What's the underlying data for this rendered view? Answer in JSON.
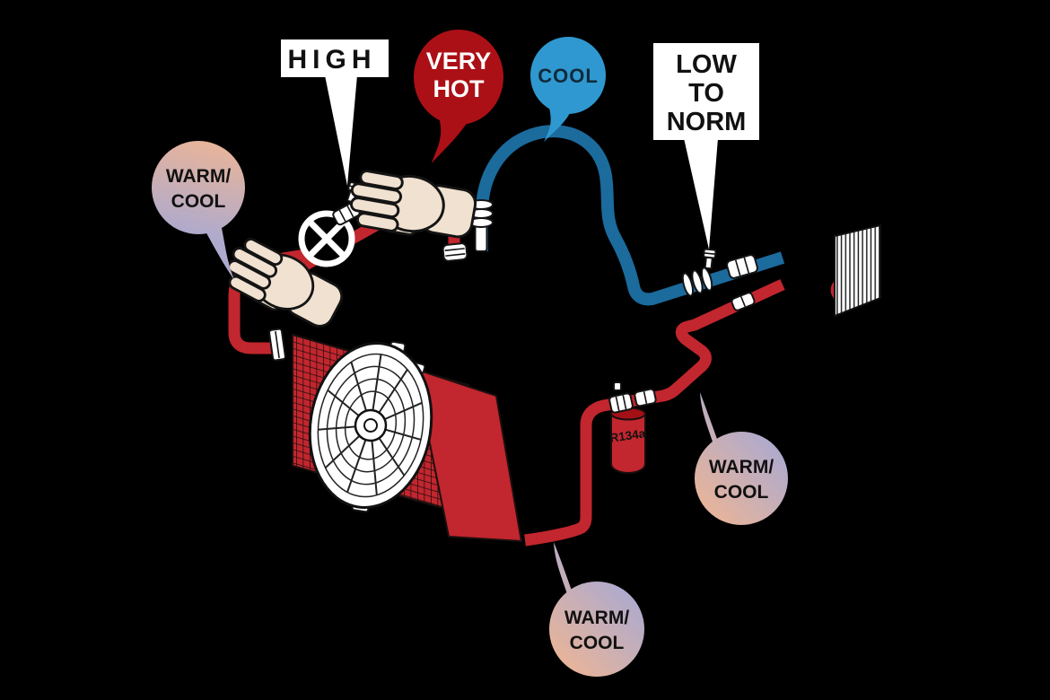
{
  "diagram": {
    "background": "#000000",
    "colors": {
      "hot_line": "#c2262e",
      "cold_line": "#1b6b9d",
      "very_hot_bubble": "#ab1016",
      "cool_bubble": "#3098d0",
      "cool_text": "#102a3a",
      "warm_cool_peach": "#e8b49a",
      "warm_cool_lavender": "#aeaacd",
      "label_bg": "#ffffff",
      "label_text": "#111111",
      "skin": "#f0e1d0"
    },
    "callouts": {
      "high": {
        "label": "HIGH"
      },
      "very_hot": {
        "line1": "VERY",
        "line2": "HOT"
      },
      "cool": {
        "label": "COOL"
      },
      "low_to_norm": {
        "line1": "LOW",
        "line2": "TO",
        "line3": "NORM"
      },
      "warm_cool_left": {
        "line1": "WARM/",
        "line2": "COOL"
      },
      "warm_cool_right": {
        "line1": "WARM/",
        "line2": "COOL"
      },
      "warm_cool_bottom": {
        "line1": "WARM/",
        "line2": "COOL"
      }
    },
    "labels": {
      "receiver_drier": "R134a"
    }
  }
}
